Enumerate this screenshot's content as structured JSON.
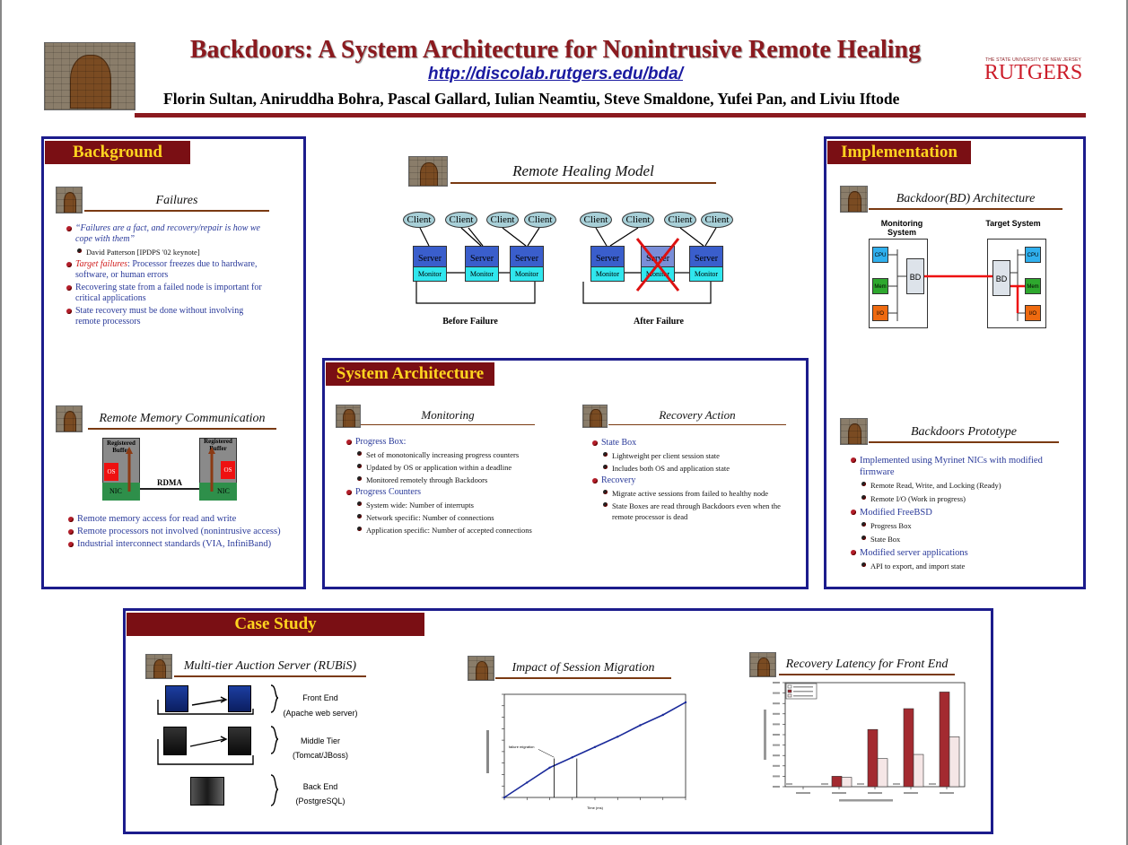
{
  "header": {
    "title": "Backdoors: A System Architecture for Nonintrusive Remote Healing",
    "url": "http://discolab.rutgers.edu/bda/",
    "authors": "Florin Sultan, Aniruddha Bohra, Pascal Gallard, Iulian Neamtiu, Steve Smaldone, Yufei Pan, and Liviu Iftode",
    "logo_top": "THE STATE UNIVERSITY OF NEW JERSEY",
    "logo_main": "RUTGERS"
  },
  "background": {
    "header": "Background",
    "failures": {
      "title": "Failures",
      "quote": "“Failures are a fact, and recovery/repair is how we cope with them”",
      "attribution": "David Patterson [IPDPS '02 keynote]",
      "target_em": "Target failures",
      "target_rest": ": Processor freezes due to hardware, software, or human errors",
      "item2": "Recovering state from a failed node is important for critical applications",
      "item3": "State recovery must be done without involving remote processors"
    },
    "rmc": {
      "title": "Remote Memory Communication",
      "reg_left": "Registered Buffer",
      "reg_right": "Registered Buffer",
      "os": "OS",
      "nic": "NIC",
      "rdma": "RDMA",
      "items": [
        "Remote memory access for read and write",
        "Remote processors not involved (nonintrusive access)",
        "Industrial interconnect standards (VIA, InfiniBand)"
      ]
    }
  },
  "model": {
    "title": "Remote Healing Model",
    "client": "Client",
    "server": "Server",
    "monitor": "Monitor",
    "before": "Before Failure",
    "after": "After Failure"
  },
  "sysarch": {
    "header": "System Architecture",
    "monitoring": {
      "title": "Monitoring",
      "progress_box": "Progress Box:",
      "pb_items": [
        "Set of monotonically increasing progress counters",
        "Updated by OS or application within a deadline",
        "Monitored remotely through Backdoors"
      ],
      "progress_counters": "Progress Counters",
      "pc_items": [
        "System wide: Number of interrupts",
        "Network specific: Number of connections",
        "Application specific: Number of accepted connections"
      ]
    },
    "recovery": {
      "title": "Recovery Action",
      "state_box": "State Box",
      "sb_items": [
        "Lightweight per client session state",
        "Includes both OS and application state"
      ],
      "recovery": "Recovery",
      "r_items": [
        "Migrate active sessions from failed to healthy node",
        "State Boxes are read through Backdoors even when  the remote processor is dead"
      ]
    }
  },
  "implementation": {
    "header": "Implementation",
    "bd_arch": {
      "title": "Backdoor(BD) Architecture",
      "monitoring_system": "Monitoring System",
      "target_system": "Target System",
      "cpu": "CPU",
      "mem": "Mem",
      "io": "I/O",
      "bd": "BD"
    },
    "prototype": {
      "title": "Backdoors Prototype",
      "i1": "Implemented using Myrinet NICs with modified firmware",
      "i1_sub": [
        "Remote Read, Write, and Locking (Ready)",
        "Remote I/O (Work in progress)"
      ],
      "i2": "Modified FreeBSD",
      "i2_sub": [
        "Progress Box",
        "State Box"
      ],
      "i3": "Modified server applications",
      "i3_sub": [
        "API to export, and import state"
      ]
    }
  },
  "case_study": {
    "header": "Case Study",
    "rubis": {
      "title": "Multi-tier Auction Server (RUBiS)",
      "front": "Front End",
      "front_sub": "(Apache web server)",
      "middle": "Middle Tier",
      "middle_sub": "(Tomcat/JBoss)",
      "back": "Back End",
      "back_sub": "(PostgreSQL)"
    },
    "migration": {
      "title": "Impact of Session Migration",
      "annotation": "failure migration",
      "xlabel": "Time (ms)"
    },
    "latency": {
      "title": "Recovery Latency for Front End"
    }
  },
  "chart_data": [
    {
      "type": "line",
      "title": "Impact of Session Migration",
      "xlabel": "Time (ms)",
      "x": [
        0,
        1,
        2,
        3,
        4,
        5,
        6,
        7,
        8
      ],
      "series": [
        {
          "values": [
            0,
            1.3,
            2.6,
            3.5,
            4.4,
            5.3,
            6.3,
            7.2,
            8.3
          ]
        }
      ],
      "ylim": [
        0,
        9
      ]
    },
    {
      "type": "bar",
      "title": "Recovery Latency for Front End",
      "series": [
        {
          "values": [
            0,
            1,
            5.5,
            7.5,
            9.1
          ]
        },
        {
          "values": [
            0,
            0.9,
            2.7,
            3.1,
            4.8
          ]
        }
      ],
      "ylim": [
        0,
        10
      ]
    }
  ]
}
